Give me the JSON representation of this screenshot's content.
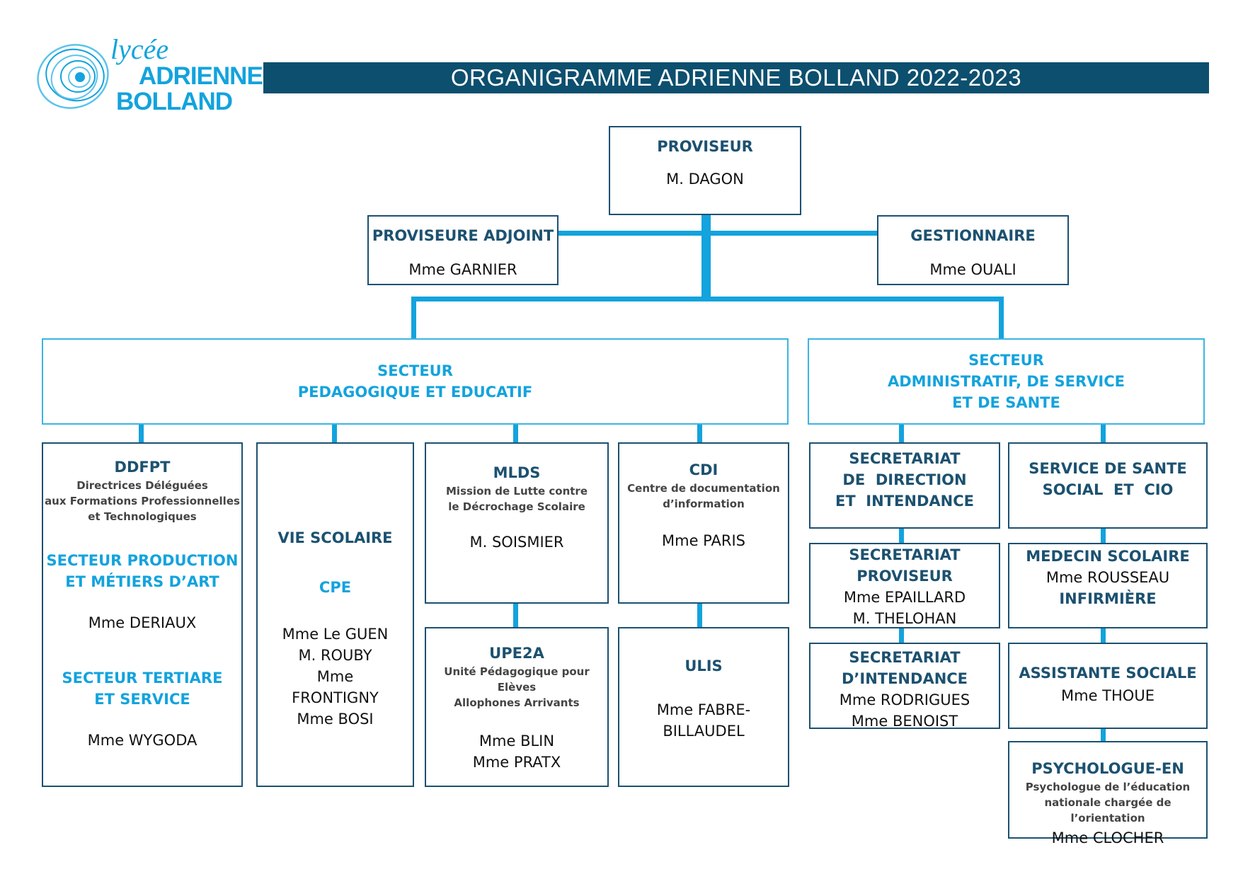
{
  "logo": {
    "word1": "lycée",
    "word2": "ADRIENNE",
    "word3": "BOLLAND"
  },
  "title": "ORGANIGRAMME ADRIENNE BOLLAND 2022-2023",
  "proviseur": {
    "title": "PROVISEUR",
    "name": "M. DAGON"
  },
  "adjoint": {
    "title": "PROVISEURE ADJOINT",
    "name": "Mme GARNIER"
  },
  "gestionnaire": {
    "title": "GESTIONNAIRE",
    "name": "Mme OUALI"
  },
  "sector_ped": {
    "line1": "SECTEUR",
    "line2": "PEDAGOGIQUE ET EDUCATIF"
  },
  "sector_adm": {
    "line1": "SECTEUR",
    "line2": "ADMINISTRATIF, DE SERVICE",
    "line3": "ET DE SANTE"
  },
  "ddfpt": {
    "title": "DDFPT",
    "sub1": "Directrices Déléguées",
    "sub2": "aux Formations Professionnelles",
    "sub3": "et Technologiques",
    "sec1_line1": "SECTEUR PRODUCTION",
    "sec1_line2": "ET MÉTIERS D’ART",
    "name1": "Mme DERIAUX",
    "sec2_line1": "SECTEUR TERTIARE",
    "sec2_line2": "ET SERVICE",
    "name2": "Mme WYGODA"
  },
  "vie": {
    "title": "VIE SCOLAIRE",
    "sub": "CPE",
    "names": [
      "Mme Le GUEN",
      "M. ROUBY",
      "Mme",
      "FRONTIGNY",
      "Mme BOSI"
    ]
  },
  "mlds": {
    "title": "MLDS",
    "sub1": "Mission de Lutte contre",
    "sub2": "le Décrochage Scolaire",
    "name": "M. SOISMIER"
  },
  "cdi": {
    "title": "CDI",
    "sub1": "Centre de documentation",
    "sub2": "d’information",
    "name": "Mme PARIS"
  },
  "upe2a": {
    "title": "UPE2A",
    "sub1": "Unité Pédagogique pour Elèves",
    "sub2": "Allophones Arrivants",
    "name1": "Mme BLIN",
    "name2": "Mme PRATX"
  },
  "ulis": {
    "title": "ULIS",
    "name1": "Mme FABRE-",
    "name2": "BILLAUDEL"
  },
  "sec_dir": {
    "line1": "SECRETARIAT",
    "line2": "DE  DIRECTION",
    "line3": "ET  INTENDANCE"
  },
  "sante": {
    "line1": "SERVICE DE SANTE",
    "line2": "SOCIAL  ET  CIO"
  },
  "sec_prov": {
    "line1": "SECRETARIAT",
    "line2": "PROVISEUR",
    "name1": "Mme EPAILLARD",
    "name2": "M. THELOHAN"
  },
  "medecin": {
    "title": "MEDECIN SCOLAIRE",
    "name": "Mme ROUSSEAU",
    "title2": "INFIRMIÈRE"
  },
  "sec_int": {
    "line1": "SECRETARIAT",
    "line2": "D’INTENDANCE",
    "name1": "Mme RODRIGUES",
    "name2": "Mme BENOIST"
  },
  "assist": {
    "title": "ASSISTANTE SOCIALE",
    "name": "Mme THOUE"
  },
  "psy": {
    "title": "PSYCHOLOGUE-EN",
    "sub1": "Psychologue de l’éducation",
    "sub2": "nationale chargée de l’orientation",
    "name": "Mme CLOCHER"
  }
}
